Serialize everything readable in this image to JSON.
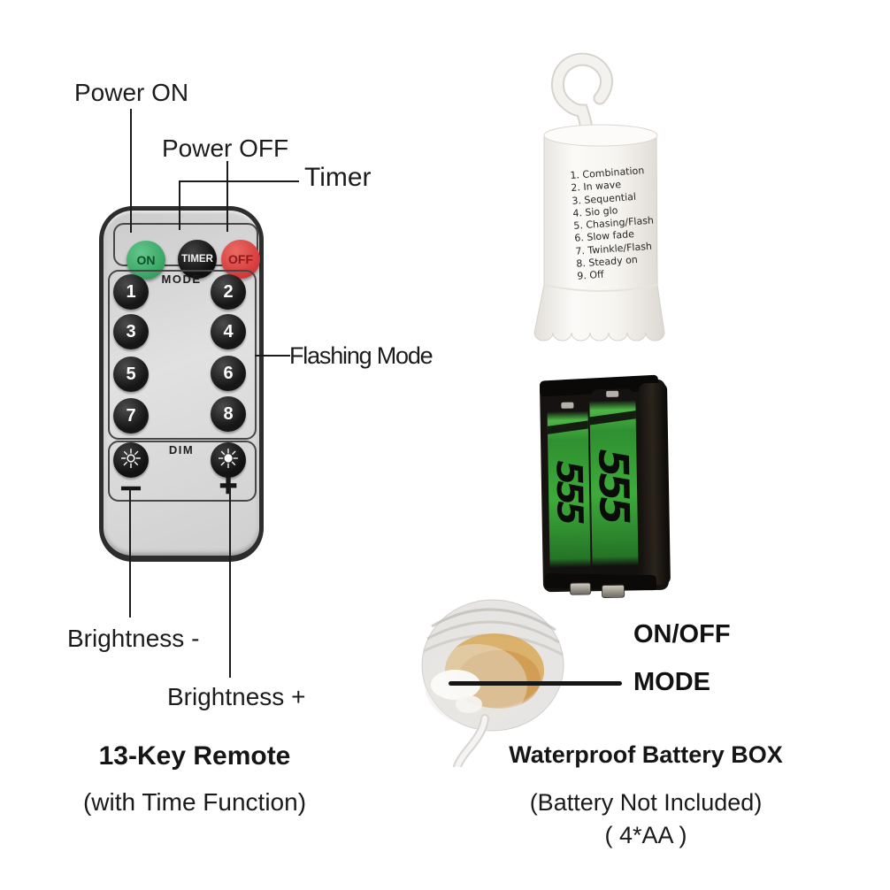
{
  "remote_panel": {
    "callouts": {
      "power_on": "Power ON",
      "power_off": "Power OFF",
      "timer": "Timer",
      "flashing_mode": "Flashing Mode",
      "brightness_minus": "Brightness -",
      "brightness_plus": "Brightness +"
    },
    "remote": {
      "on": "ON",
      "timer": "TIMER",
      "off": "OFF",
      "mode_label": "MODE",
      "keys": [
        "1",
        "2",
        "3",
        "4",
        "5",
        "6",
        "7",
        "8"
      ],
      "dim_label": "DIM",
      "minus_mark": "–",
      "plus_mark": "+",
      "dim_down_icon": "☼",
      "dim_up_icon": "☀"
    },
    "caption_title": "13-Key Remote",
    "caption_subtitle": "(with Time Function)"
  },
  "controller": {
    "modes": [
      "1. Combination",
      "2. In wave",
      "3. Sequential",
      "4. Sio glo",
      "5. Chasing/Flash",
      "6. Slow fade",
      "7. Twinkle/Flash",
      "8. Steady on",
      "9. Off"
    ]
  },
  "batteries": {
    "brand": "555"
  },
  "battery_box": {
    "callouts": {
      "on_off": "ON/OFF",
      "mode": "MODE"
    },
    "caption_title": "Waterproof Battery BOX",
    "caption_subtitle": "(Battery Not Included)",
    "caption_spec": "( 4*AA )"
  },
  "colors": {
    "on_button": "#3da868",
    "off_button": "#d8403f",
    "timer_button": "#141414",
    "battery_green": "#3dab3a",
    "remote_body": "#d6d6d6",
    "line": "#1b1b1b"
  }
}
